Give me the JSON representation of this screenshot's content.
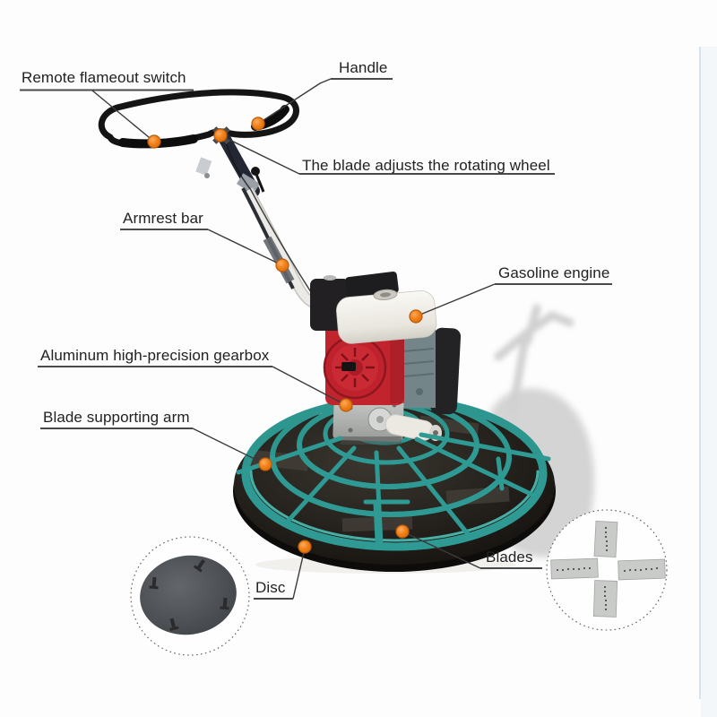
{
  "figure": {
    "type": "labeled-product-diagram",
    "subject": "walk-behind concrete power trowel with part callouts"
  },
  "labels": [
    {
      "id": "remote-flameout-switch",
      "text": "Remote flameout switch"
    },
    {
      "id": "handle",
      "text": "Handle"
    },
    {
      "id": "blade-adjusting-wheel",
      "text": "The blade adjusts the rotating wheel"
    },
    {
      "id": "armrest-bar",
      "text": "Armrest bar"
    },
    {
      "id": "gasoline-engine",
      "text": "Gasoline engine"
    },
    {
      "id": "gearbox",
      "text": "Aluminum high-precision gearbox"
    },
    {
      "id": "blade-supporting-arm",
      "text": "Blade supporting arm"
    },
    {
      "id": "disc",
      "text": "Disc"
    },
    {
      "id": "blades",
      "text": "Blades"
    }
  ],
  "markers": {
    "count": 9,
    "color": "#ee7d15"
  },
  "colors": {
    "marker_orange": "#ee7d15",
    "cage_teal": "#2e9a93",
    "engine_red": "#c2242e",
    "leader_line": "#3a3a3a",
    "label_text": "#222222"
  }
}
